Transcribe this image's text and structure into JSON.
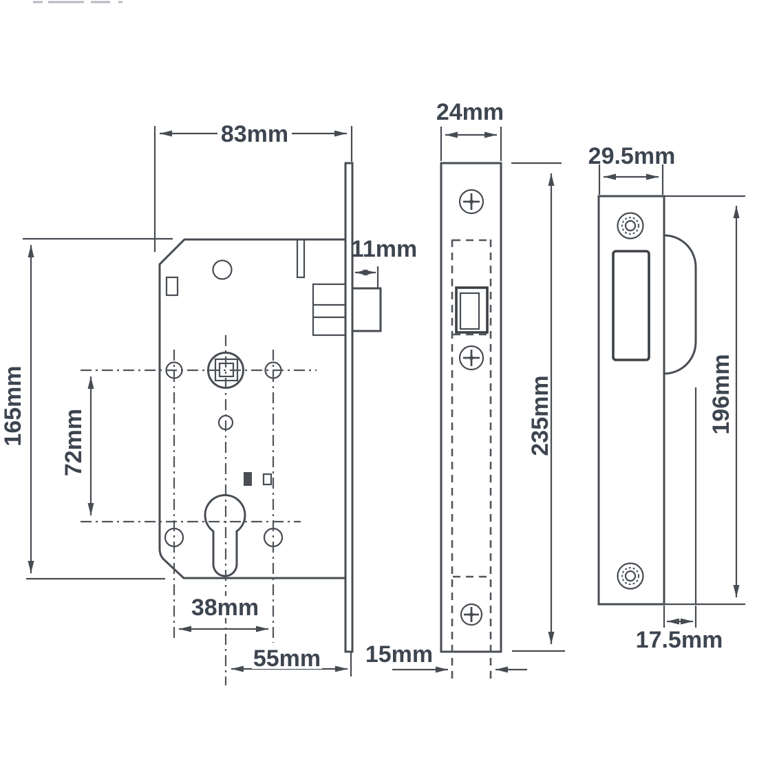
{
  "dimensions": {
    "case_depth": "83mm",
    "forend_width": "24mm",
    "strike_width": "29.5mm",
    "latch_projection": "11mm",
    "case_height": "165mm",
    "spindle_to_cylinder": "72mm",
    "forend_height": "235mm",
    "strike_height": "196mm",
    "fixing_hole_centres": "38mm",
    "backset": "55mm",
    "case_thickness": "15mm",
    "strike_lip_depth": "17.5mm"
  },
  "colors": {
    "line": "#474c52",
    "text": "#3d4550",
    "background": "#ffffff"
  }
}
